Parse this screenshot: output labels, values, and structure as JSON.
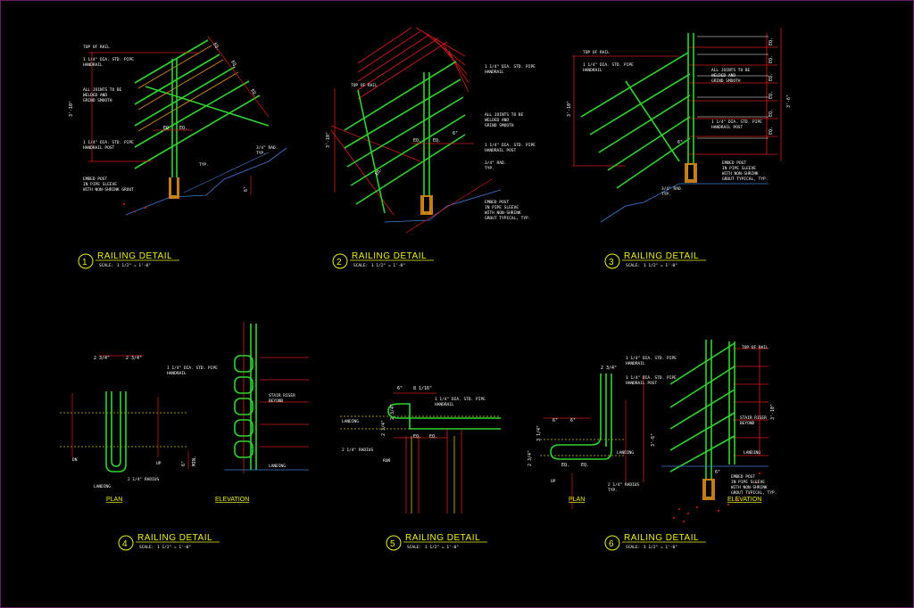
{
  "sheet": {
    "accent_rail": "#2fd52f",
    "accent_dim": "#e01818",
    "accent_title": "#f0f000",
    "accent_hatch": "#d9c000",
    "background": "#000000"
  },
  "details": [
    {
      "number": "1",
      "title": "RAILING DETAIL",
      "scale_label": "SCALE:",
      "scale": "1 1/2\" = 1'-0\"",
      "notes": [
        "TOP OF RAIL",
        "1 1/4\" DIA. STD. PIPE",
        "HANDRAIL",
        "ALL JOINTS TO BE",
        "WELDED AND",
        "GRIND SMOOTH",
        "1 1/4\" DIA. STD. PIPE",
        "HANDRAIL POST",
        "EMBED POST",
        "IN PIPE SLEEVE",
        "WITH NON-SHRINK GROUT"
      ],
      "dims": [
        "3'-10\"",
        "EQ.",
        "EQ.",
        "EQ.",
        "EQ.",
        "EQ.",
        "3/4\" RAD.",
        "TYP.",
        "TYP.",
        "6\""
      ]
    },
    {
      "number": "2",
      "title": "RAILING DETAIL",
      "scale_label": "SCALE:",
      "scale": "1 1/2\" = 1'-0\"",
      "notes": [
        "TOP OF RAIL",
        "1 1/4\" DIA. STD. PIPE",
        "HANDRAIL",
        "ALL JOINTS TO BE",
        "WELDED AND",
        "GRIND SMOOTH",
        "1 1/4\" DIA. STD. PIPE",
        "HANDRAIL POST",
        "3/4\" RAD.",
        "TYP.",
        "EMBED POST",
        "IN PIPE SLEEVE",
        "WITH NON-SHRINK",
        "GROUT TYPICAL, TYP."
      ],
      "dims": [
        "3'-10\"",
        "EQ.",
        "EQ.",
        "EQ.",
        "6\""
      ]
    },
    {
      "number": "3",
      "title": "RAILING DETAIL",
      "scale_label": "SCALE:",
      "scale": "1 1/2\" = 1'-0\"",
      "notes": [
        "TOP OF RAIL",
        "1 1/4\" DIA. STD. PIPE",
        "HANDRAIL",
        "ALL JOINTS TO BE",
        "WELDED AND",
        "GRIND SMOOTH",
        "1 1/4\" DIA. STD. PIPE",
        "HANDRAIL POST",
        "EMBED POST",
        "IN PIPE SLEEVE",
        "WITH NON-SHRINK",
        "GROUT TYPICAL, TYP.",
        "3/4\" RAD.",
        "TYP."
      ],
      "dims": [
        "3'-10\"",
        "3'-6\"",
        "EQ.",
        "EQ.",
        "EQ.",
        "EQ.",
        "EQ.",
        "EQ.",
        "6\""
      ]
    },
    {
      "number": "4",
      "title": "RAILING DETAIL",
      "scale_label": "SCALE:",
      "scale": "1 1/2\" = 1'-0\"",
      "notes": [
        "1 1/4\" DIA. STD. PIPE",
        "HANDRAIL",
        "STAIR RISER",
        "BEYOND",
        "2 1/4\" RADIUS",
        "LANDING",
        "UP",
        "DN",
        "LANDING"
      ],
      "dims": [
        "2 3/4\"",
        "2 3/4\"",
        "6\"",
        "MIN."
      ],
      "sub_labels": [
        "PLAN",
        "ELEVATION"
      ]
    },
    {
      "number": "5",
      "title": "RAILING DETAIL",
      "scale_label": "SCALE:",
      "scale": "1 1/2\" = 1'-0\"",
      "notes": [
        "1 1/4\" DIA. STD. PIPE",
        "HANDRAIL",
        "LANDING",
        "2 1/4\" RADIUS",
        "RUN"
      ],
      "dims": [
        "6\"",
        "8 1/16\"",
        "2 3/4\"",
        "2 3/4\"",
        "EQ.",
        "EQ."
      ]
    },
    {
      "number": "6",
      "title": "RAILING DETAIL",
      "scale_label": "SCALE:",
      "scale": "1 1/2\" = 1'-0\"",
      "notes": [
        "1 1/4\" DIA. STD. PIPE",
        "HANDRAIL",
        "1 1/4\" DIA. STD. PIPE",
        "HANDRAIL POST",
        "STAIR RISER",
        "BEYOND",
        "LANDING",
        "EMBED POST",
        "IN PIPE SLEEVE",
        "WITH NON-SHRINK",
        "GROUT TYPICAL, TYP.",
        "2 1/4\" RADIUS",
        "TYP.",
        "UP",
        "TOP OF RAIL",
        "LANDING"
      ],
      "dims": [
        "2 3/4\"",
        "6\"",
        "6\"",
        "3 1/4\"",
        "2 3/4\"",
        "EQ.",
        "EQ.",
        "3'-6\"",
        "3'-10\"",
        "6\""
      ],
      "sub_labels": [
        "PLAN",
        "ELEVATION"
      ]
    }
  ]
}
